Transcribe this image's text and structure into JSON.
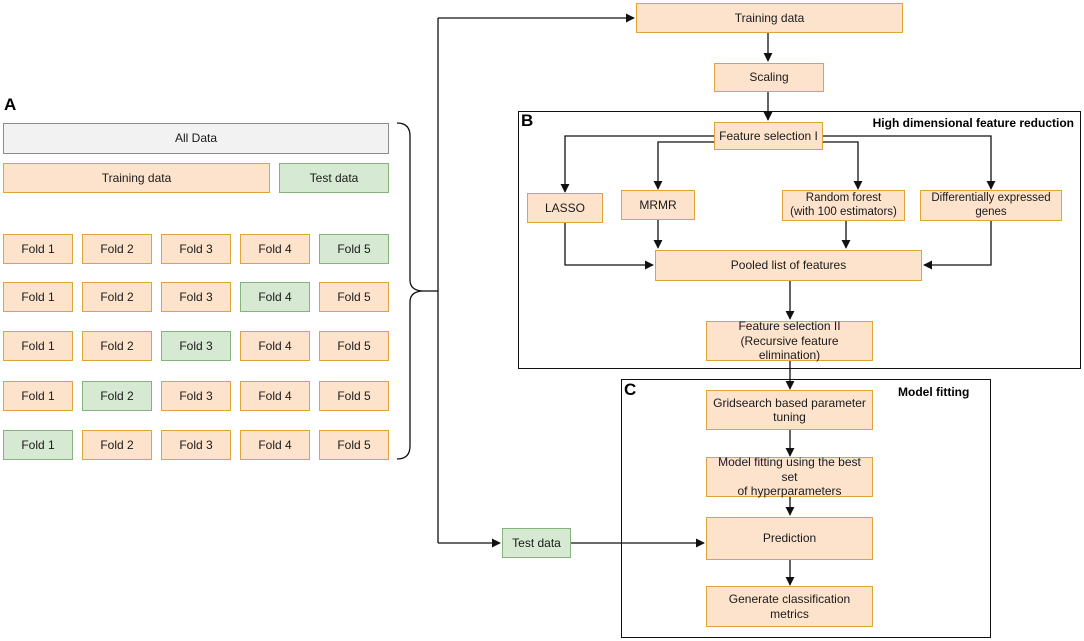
{
  "panel_a": {
    "label": "A",
    "all_data": "All Data",
    "training_data": "Training data",
    "test_data": "Test data",
    "folds": [
      [
        "Fold 1",
        "Fold 2",
        "Fold 3",
        "Fold 4",
        "Fold 5"
      ],
      [
        "Fold 1",
        "Fold 2",
        "Fold 3",
        "Fold 4",
        "Fold 5"
      ],
      [
        "Fold 1",
        "Fold 2",
        "Fold 3",
        "Fold 4",
        "Fold 5"
      ],
      [
        "Fold 1",
        "Fold 2",
        "Fold 3",
        "Fold 4",
        "Fold 5"
      ],
      [
        "Fold 1",
        "Fold 2",
        "Fold 3",
        "Fold 4",
        "Fold 5"
      ]
    ],
    "test_fold_per_row": [
      5,
      4,
      3,
      2,
      1
    ]
  },
  "flow": {
    "training_data": "Training data",
    "scaling": "Scaling",
    "test_data": "Test data"
  },
  "panel_b": {
    "label": "B",
    "title": "High dimensional feature reduction",
    "feature_selection_1": "Feature selection I",
    "lasso": "LASSO",
    "mrmr": "MRMR",
    "random_forest": "Random forest\n(with 100 estimators)",
    "deg": "Differentially expressed\ngenes",
    "pooled": "Pooled list of features",
    "feature_selection_2": "Feature selection II\n(Recursive feature elimination)"
  },
  "panel_c": {
    "label": "C",
    "title": "Model fitting",
    "gridsearch": "Gridsearch based parameter\ntuning",
    "model_fitting": "Model fitting using the best set\nof hyperparameters",
    "prediction": "Prediction",
    "metrics": "Generate classification metrics"
  },
  "colors": {
    "training_fill": "#fde3cc",
    "training_border": "#e0a53a",
    "test_fill": "#d6e9d2",
    "test_border": "#84b37c",
    "all_fill": "#f2f2f2",
    "all_border": "#8c8c8c"
  }
}
